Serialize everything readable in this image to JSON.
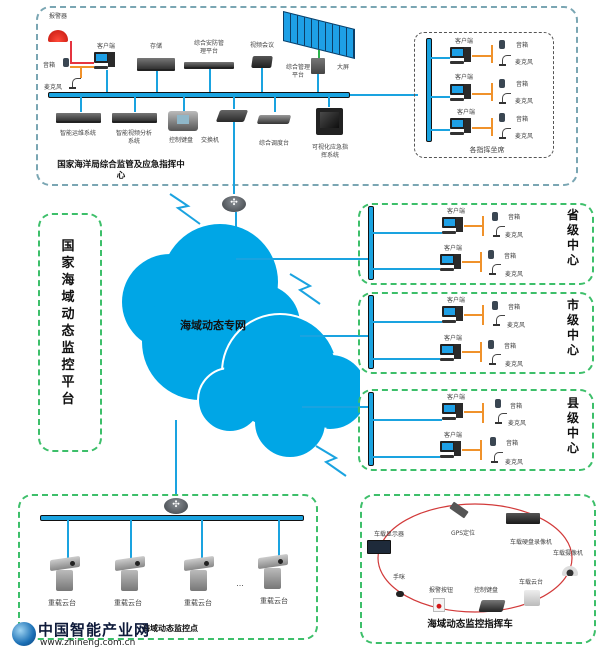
{
  "national_center": {
    "title": "国家海洋局综合监管及应急指挥中心",
    "devices": {
      "alarm": "报警器",
      "speaker": "音箱",
      "mic": "麦克风",
      "client": "客户端",
      "storage": "存储",
      "security_platform": "综合安防管理平台",
      "video_conf": "视频会议",
      "big_screen": "大屏",
      "mgmt_platform": "综合管理平台",
      "ops_system": "智能运维系统",
      "video_analysis": "智能视频分析系统",
      "control_keyboard": "控制键盘",
      "switch": "交换机",
      "dispatch_console": "综合调度台",
      "visual_emergency": "可视化应急指挥系统"
    },
    "seats": {
      "title": "各指挥坐席",
      "rows": [
        {
          "client": "客户端",
          "speaker": "音箱",
          "mic": "麦克风"
        },
        {
          "client": "客户端",
          "speaker": "音箱",
          "mic": "麦克风"
        },
        {
          "client": "客户端",
          "speaker": "音箱",
          "mic": "麦克风"
        }
      ]
    }
  },
  "platform_label": "国家海域动态监控平台",
  "network_label": "海域动态专网",
  "centers": [
    {
      "name": "省级中心",
      "rows": [
        {
          "client": "客户端",
          "speaker": "音箱",
          "mic": "麦克风"
        },
        {
          "client": "客户端",
          "speaker": "音箱",
          "mic": "麦克风"
        }
      ]
    },
    {
      "name": "市级中心",
      "rows": [
        {
          "client": "客户端",
          "speaker": "音箱",
          "mic": "麦克风"
        },
        {
          "client": "客户端",
          "speaker": "音箱",
          "mic": "麦克风"
        }
      ]
    },
    {
      "name": "县级中心",
      "rows": [
        {
          "client": "客户端",
          "speaker": "音箱",
          "mic": "麦克风"
        },
        {
          "client": "客户端",
          "speaker": "音箱",
          "mic": "麦克风"
        }
      ]
    }
  ],
  "monitoring_points": {
    "title": "海域动态监控点",
    "cameras": [
      "重载云台",
      "重载云台",
      "重载云台",
      "重载云台"
    ],
    "ellipsis": "..."
  },
  "command_vehicle": {
    "title": "海域动态监控指挥车",
    "devices": {
      "vehicle_display": "车载显示器",
      "gps": "GPS定位",
      "vehicle_dvr": "车载硬盘录像机",
      "vehicle_camera": "车载摄像机",
      "vehicle_ptz": "车载云台",
      "control_keyboard": "控制键盘",
      "alarm_button": "报警按钮",
      "handset": "手咪"
    }
  },
  "watermark": {
    "brand": "中国智能产业网",
    "url": "www.zhineng.com.cn"
  },
  "colors": {
    "bus_blue": "#1aa3e0",
    "cloud_blue": "#00a6e6",
    "dash_gray": "#7aa6b3",
    "dash_green": "#3dbf6a",
    "cable_orange": "#f0922b",
    "ring_red": "#d23a3a"
  }
}
